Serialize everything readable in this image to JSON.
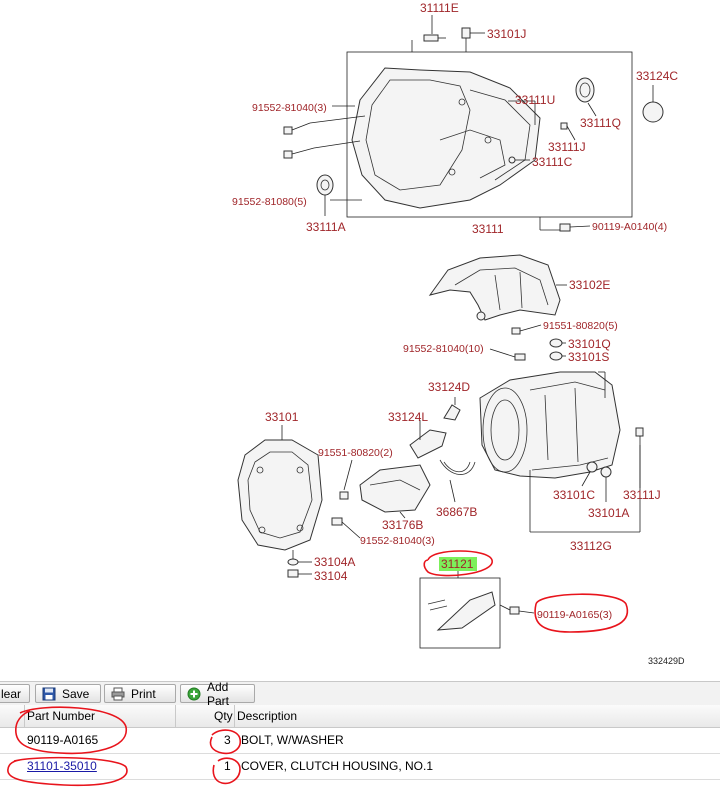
{
  "diagram": {
    "callouts": {
      "c31111E": "31111E",
      "c33101J": "33101J",
      "c33124C": "33124C",
      "c91552_81040_3_top": "91552-81040(3)",
      "c33111U": "33111U",
      "c33111Q": "33111Q",
      "c33111J_top": "33111J",
      "c33111C": "33111C",
      "c91552_81080_5": "91552-81080(5)",
      "c33111A": "33111A",
      "c33111": "33111",
      "c90119_A0140_4": "90119-A0140(4)",
      "c33102E": "33102E",
      "c91551_80820_5": "91551-80820(5)",
      "c91552_81040_10": "91552-81040(10)",
      "c33101Q": "33101Q",
      "c33101S": "33101S",
      "c33124D": "33124D",
      "c33124L": "33124L",
      "c33101": "33101",
      "c91551_80820_2": "91551-80820(2)",
      "c36867B": "36867B",
      "c33176B": "33176B",
      "c91552_81040_3_bot": "91552-81040(3)",
      "c33101C": "33101C",
      "c33101A": "33101A",
      "c33111J_bot": "33111J",
      "c33112G": "33112G",
      "c33104A": "33104A",
      "c33104": "33104",
      "c31121": "31121",
      "c90119_A0165_3": "90119-A0165(3)"
    },
    "ref_code": "332429D",
    "highlight_color": "#7cf05a",
    "label_color": "#a0262a",
    "annotation_color": "#e8141c"
  },
  "toolbar": {
    "clear_label": "lear",
    "save_label": "Save",
    "print_label": "Print",
    "add_part_label": "Add Part"
  },
  "table": {
    "headers": {
      "part_number": "Part Number",
      "qty": "Qty",
      "description": "Description"
    },
    "rows": [
      {
        "part_number": "90119-A0165",
        "qty": "3",
        "description": "BOLT, W/WASHER"
      },
      {
        "part_number": "31101-35010",
        "qty": "1",
        "description": "COVER, CLUTCH HOUSING, NO.1"
      }
    ]
  }
}
